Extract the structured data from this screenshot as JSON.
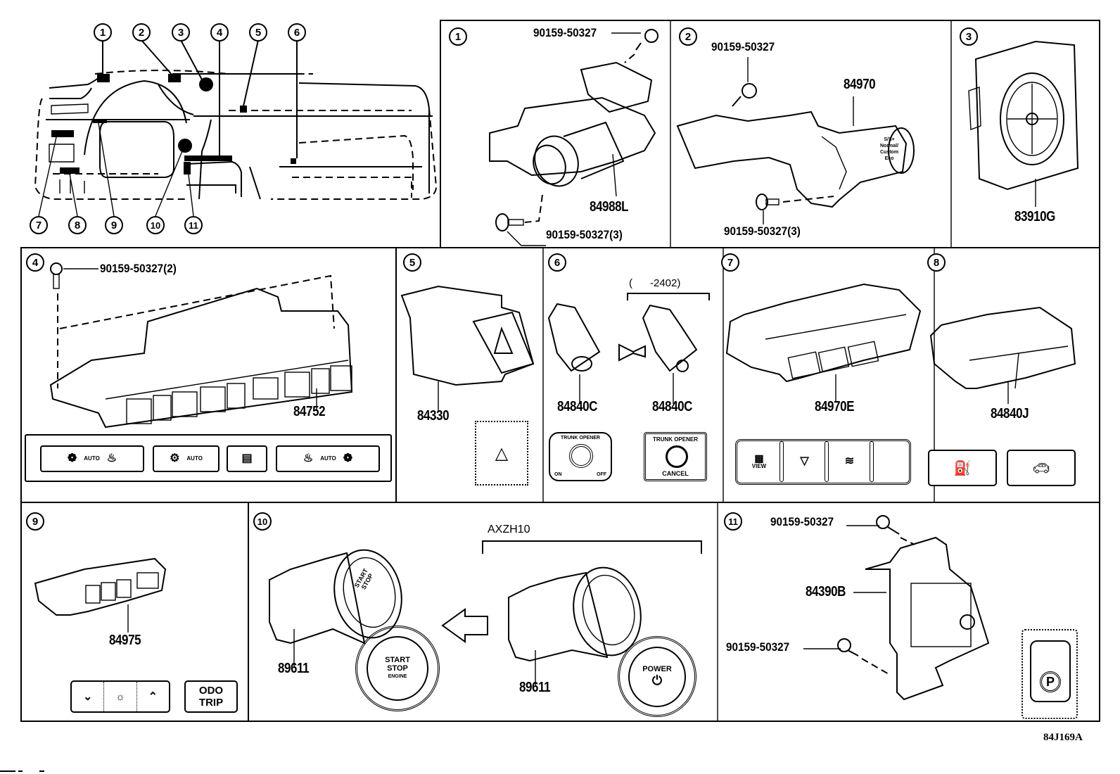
{
  "diagram_code": "84J169A",
  "overview": {
    "callouts": [
      "1",
      "2",
      "3",
      "4",
      "5",
      "6",
      "7",
      "8",
      "9",
      "10",
      "11"
    ]
  },
  "sections": {
    "s1": {
      "num": "1",
      "screw_top": "90159-50327",
      "part": "84988L",
      "screw_bottom": "90159-50327(3)"
    },
    "s2": {
      "num": "2",
      "screw_top": "90159-50327",
      "part": "84970",
      "screw_bottom": "90159-50327(3)",
      "knob_text": [
        "S/S+",
        "Normal/",
        "Custom",
        "Eco"
      ]
    },
    "s3": {
      "num": "3",
      "part": "83910G"
    },
    "s4": {
      "num": "4",
      "screw": "90159-50327(2)",
      "part": "84752",
      "panel_labels": [
        "AUTO",
        "AUTO",
        "AUTO"
      ]
    },
    "s5": {
      "num": "5",
      "part": "84330"
    },
    "s6": {
      "num": "6",
      "range": "(      -2402)",
      "part_left": "84840C",
      "part_right": "84840C",
      "left_face": {
        "title": "TRUNK OPENER",
        "on": "ON",
        "off": "OFF"
      },
      "right_face": {
        "title": "TRUNK OPENER",
        "cancel": "CANCEL"
      }
    },
    "s7": {
      "num": "7",
      "part": "84970E",
      "face_labels": [
        "VIEW"
      ]
    },
    "s8": {
      "num": "8",
      "part": "84840J"
    },
    "s9": {
      "num": "9",
      "part": "84975",
      "odo_line1": "ODO",
      "odo_line2": "TRIP"
    },
    "s10": {
      "num": "10",
      "model": "AXZH10",
      "part_left": "89611",
      "part_right": "89611",
      "left_button": [
        "START",
        "STOP",
        "ENGINE"
      ],
      "right_button": [
        "POWER"
      ]
    },
    "s11": {
      "num": "11",
      "screw_top": "90159-50327",
      "part": "84390B",
      "screw_bottom": "90159-50327"
    }
  }
}
